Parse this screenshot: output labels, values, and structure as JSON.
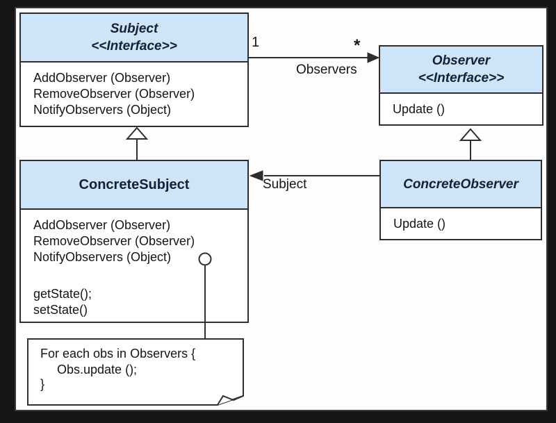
{
  "diagram": {
    "classes": {
      "subject": {
        "title": "Subject",
        "stereotype": "<<Interface>>",
        "methods": [
          "AddObserver (Observer)",
          "RemoveObserver (Observer)",
          "NotifyObservers (Object)"
        ]
      },
      "observer": {
        "title": "Observer",
        "stereotype": "<<Interface>>",
        "methods": [
          "Update ()"
        ]
      },
      "concrete_subject": {
        "title": "ConcreteSubject",
        "methods": [
          "AddObserver (Observer)",
          "RemoveObserver (Observer)",
          "NotifyObservers (Object)"
        ],
        "extra_methods": [
          "getState();",
          "setState()"
        ]
      },
      "concrete_observer": {
        "title": "ConcreteObserver",
        "methods": [
          "Update ()"
        ]
      }
    },
    "associations": {
      "observers_link": {
        "source_multiplicity": "1",
        "target_multiplicity": "*",
        "label": "Observers"
      },
      "subject_link": {
        "label": "Subject"
      }
    },
    "note": {
      "lines": [
        "For each obs in Observers {",
        "Obs.update ();",
        "}"
      ]
    },
    "colors": {
      "header_fill": "#cee4f8",
      "line": "#2e2e2e",
      "frame": "#151515",
      "canvas": "#fdfdfd",
      "title_text": "#12222f",
      "body_text": "#141414"
    }
  }
}
